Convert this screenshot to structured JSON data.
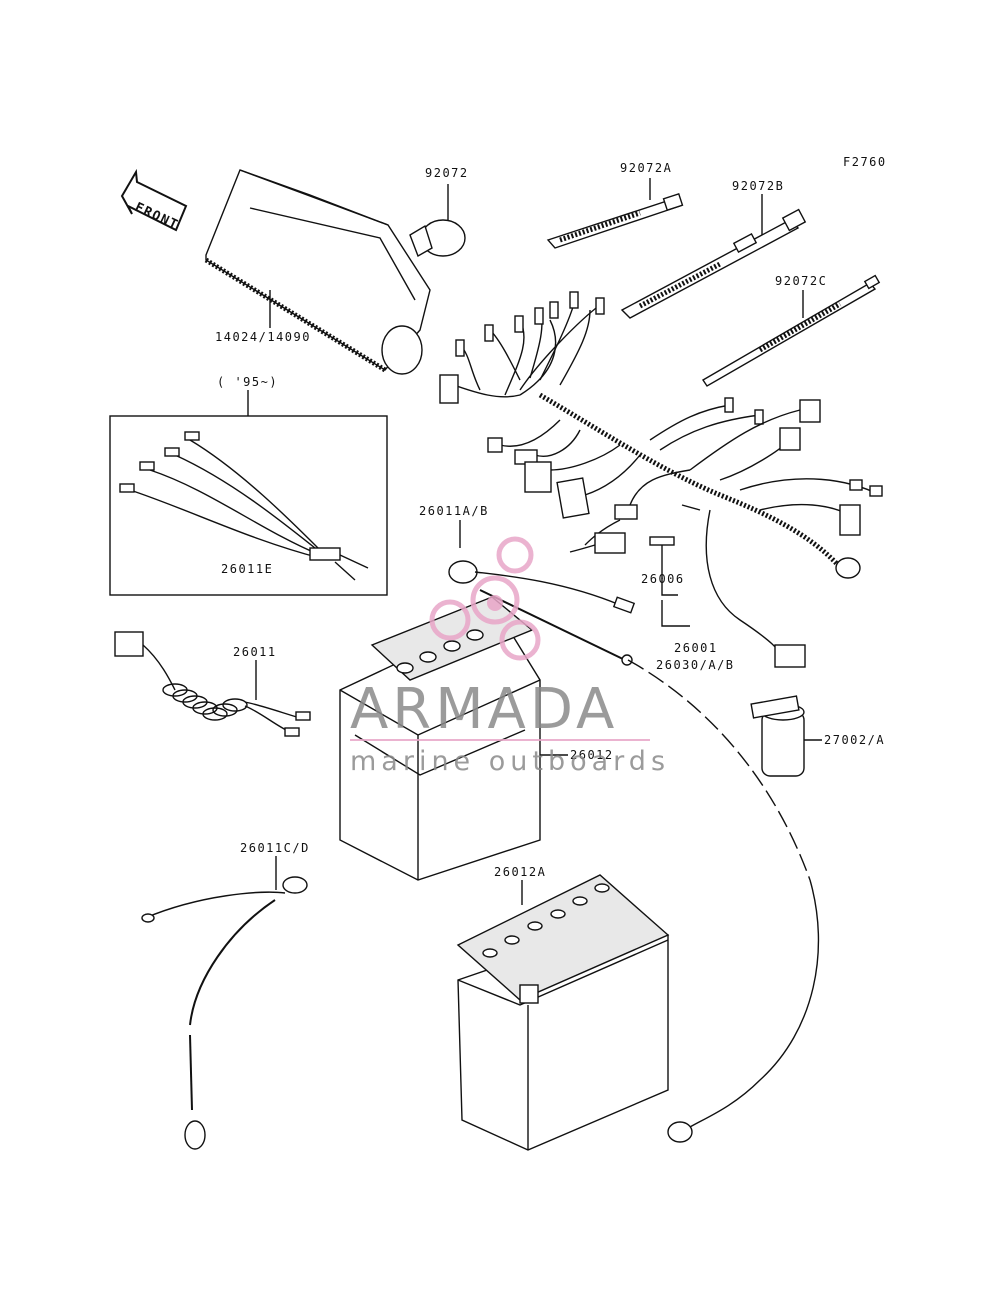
{
  "figure_code": "F2760",
  "front_label": "FRONT",
  "inset_label": "( '95~)",
  "parts": {
    "p14024": "14024/14090",
    "p92072": "92072",
    "p92072A": "92072A",
    "p92072B": "92072B",
    "p92072C": "92072C",
    "p26011E": "26011E",
    "p26011AB": "26011A/B",
    "p26006": "26006",
    "p26001": "26001",
    "p26030": "26030/A/B",
    "p26011": "26011",
    "p27002": "27002/A",
    "p26012": "26012",
    "p26011CD": "26011C/D",
    "p26012A": "26012A"
  },
  "watermark": {
    "brand": "ARMADA",
    "tagline": "marine outboards",
    "brand_color": "#e8a6c8",
    "text_color": "#8a8a8a"
  }
}
